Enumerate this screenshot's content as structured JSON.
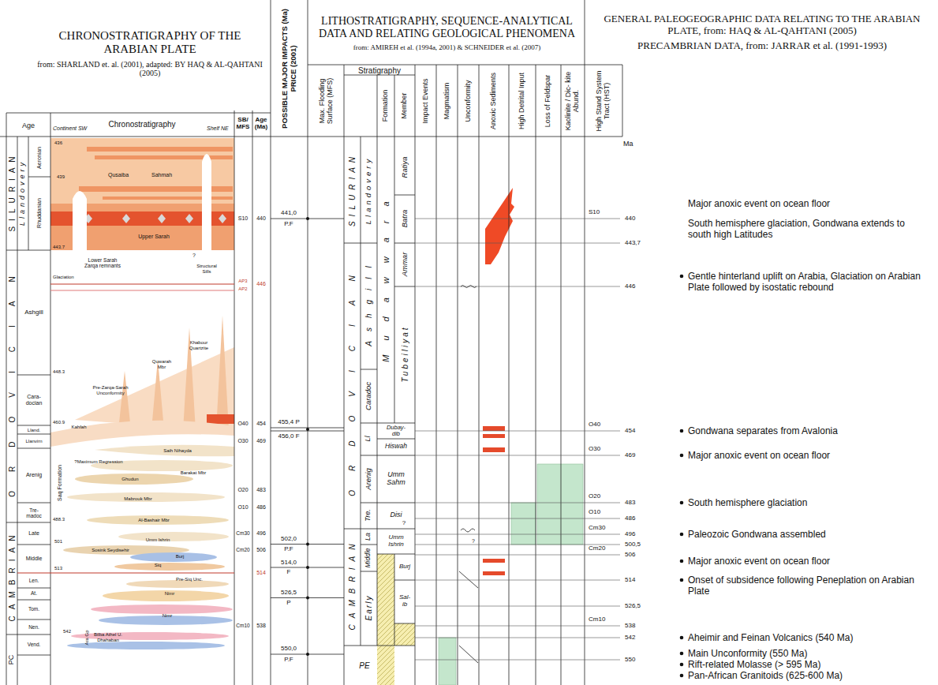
{
  "diagram": {
    "nodes": [
      {
        "text": [
          "CHRONOSTRATIGRAPHY OF THE ARABIAN PLATE",
          "from: SHARLAND et. al. (2001), adapted: BY HAQ & AL-QAHTANI (2005)"
        ]
      },
      {
        "text": [
          "POSSIBLE MAJOR IMPACTS (Ma) PRICE (2001)"
        ]
      },
      {
        "text": [
          "Max. Flooding Surface (MFS)"
        ]
      },
      {
        "text": [
          "LITHOSTRATIGRAPHY, SEQUENCE-ANALYTICAL DATA AND RELATING GEOLOGICAL PHENOMENA",
          "from: AMIREH et al. (1994a, 2001) & SCHNEIDER et al. (2007)"
        ]
      },
      {
        "text": [
          "GENERAL PALEOGEOGRAPHIC DATA RELATING TO THE ARABIAN PLATE, from: HAQ & AL-QAHTANI (2005)",
          "PRECAMBRIAN DATA, from: JARRAR et al. (1991-1993)"
        ]
      }
    ],
    "labels": [
      "Age",
      "Continent SW",
      "Chronostratigraphy",
      "Shelf NE",
      "SB/ MFS",
      "Age (Ma)",
      "SILURIAN",
      "ORDOVICIAN",
      "CAMBRIAN",
      "PC",
      "Llandovery",
      "Aeronian",
      "Rhuddanian",
      "Ashgill",
      "Cara- docian",
      "Lland.",
      "Llanvirn",
      "Arenig",
      "Tre- madoc",
      "Late",
      "Middle",
      "Len.",
      "At.",
      "Tom.",
      "Nen.",
      "Vend.",
      "436",
      "439",
      "443.7",
      "448.3",
      "460.9",
      "488.3",
      "501",
      "513",
      "542",
      "Qusaiba",
      "Sahmah",
      "Upper Sarah",
      "Lower Sarah Zarqa remnants",
      "Glaciation",
      "?",
      "Structural Sills",
      "Khabour Quartzite",
      "Quwarah Mbr",
      "Pre-Zarqa-Sarah Unconformity",
      "Kahfah",
      "Saih Nihayda",
      "?Maximum Regression",
      "Barakat Mbr",
      "Ghudun",
      "Mabrouk Mbr",
      "Al-Bashair Mbr",
      "Saq Formation",
      "Umm Ishrin",
      "Sosink Seydisehir",
      "Burj",
      "Siq",
      "Pre-Siq Unc.",
      "Nimr",
      "Nimr",
      "Bilba Athel U. Dhahaban",
      "Ara Gp",
      "S10",
      "AP3",
      "AP2",
      "O40",
      "O30",
      "O20",
      "O10",
      "Cm30",
      "Cm20",
      "Cm10",
      "440",
      "446",
      "454",
      "469",
      "483",
      "486",
      "496",
      "506",
      "514",
      "538",
      "441,0",
      "P.F",
      "455,4 P",
      "456,0 F",
      "502,0",
      "P.F",
      "514,0",
      "F",
      "526,5",
      "P",
      "550,0",
      "P.F",
      "Stratigraphy",
      "Formation",
      "Member",
      "Impact Events",
      "Magmatism",
      "Unconformity",
      "Anoxic Sediments",
      "High Detrital Input",
      "Loss of Feldspar",
      "Kaolinite / Dic- kite Abund.",
      "High Stand System Tract (HST)",
      "SILURIAN",
      "ORDOVICIAN",
      "CAMBRIAN",
      "Llandovery",
      "Ashgill",
      "Caradoc",
      "Ll",
      "Arenig",
      "Tre.",
      "La",
      "Middle",
      "Early",
      "Mudawwara",
      "Ratiya",
      "Batra",
      "Ammar",
      "Tubeiliyat",
      "Dubay- dib",
      "Hiswah",
      "Umm Sahm",
      "Disi",
      "?",
      "Umm Ishrin",
      "Burj",
      "Sal- ib",
      "PE",
      "?",
      "S10",
      "O40",
      "O30",
      "O20",
      "O10",
      "Cm30",
      "Cm20",
      "Cm10",
      "Ma",
      "440",
      "443,7",
      "446",
      "454",
      "469",
      "483",
      "486",
      "496",
      "500,5",
      "506",
      "514",
      "526,5",
      "538",
      "542",
      "550",
      "Major anoxic event on ocean floor",
      "South hemisphere glaciation, Gondwana extends to south high Latitudes",
      "Gentle hinterland uplift on Arabia, Glaciation on Arabian Plate followed by isostatic rebound",
      "Gondwana separates from Avalonia",
      "Major anoxic event on ocean floor",
      "South hemisphere glaciation",
      "Paleozoic Gondwana assembled",
      "Major anoxic event on ocean floor",
      "Onset of subsidence following Peneplation on Arabian Plate",
      "Aheimir and Feinan Volcanics (540 Ma)",
      "Main Unconformity (550 Ma)",
      "Rift-related Molasse (> 595 Ma)",
      "Pan-African Granitoids (625-600 Ma)"
    ]
  }
}
